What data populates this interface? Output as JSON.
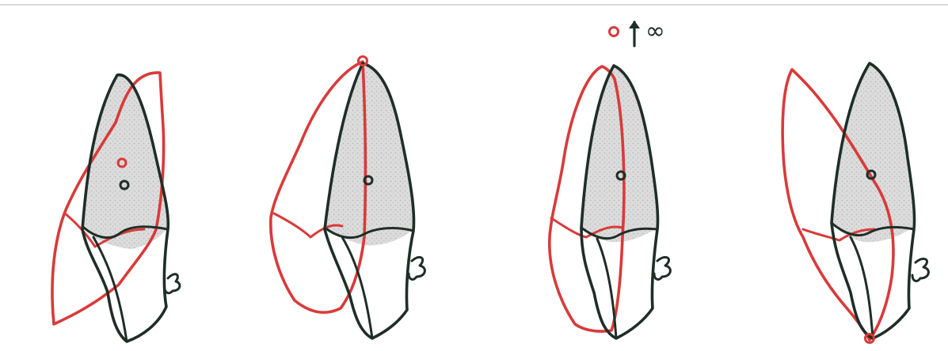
{
  "figure": {
    "panels": [
      {
        "id": "panel-1"
      },
      {
        "id": "panel-2"
      },
      {
        "id": "panel-3"
      },
      {
        "id": "panel-4"
      }
    ],
    "annotation": {
      "arrow_icon": "up-arrow-icon",
      "infinity_symbol": "∞"
    },
    "colors": {
      "red": "#d93a3a",
      "dark": "#1f2e27",
      "shade": "#d7d7d7",
      "background": "#ffffff",
      "frame": "#d8d8d8"
    }
  }
}
